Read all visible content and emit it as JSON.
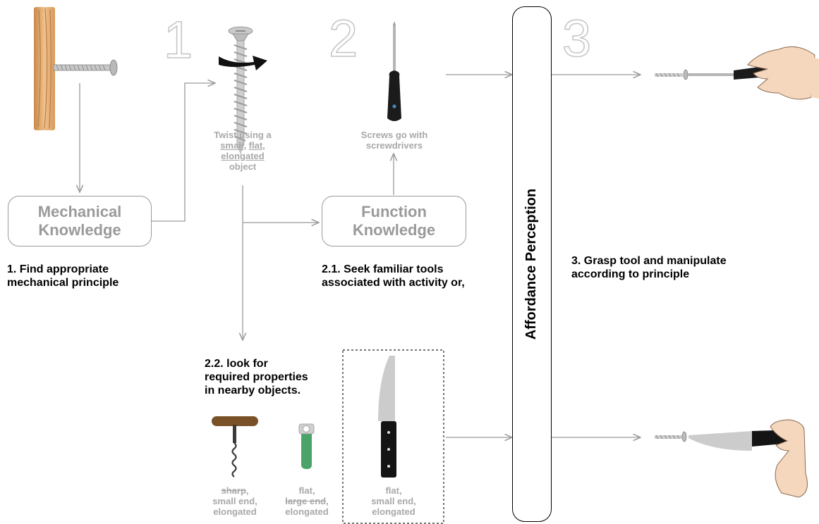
{
  "step_numbers": [
    "1",
    "2",
    "3"
  ],
  "boxes": {
    "mechanical": [
      "Mechanical",
      "Knowledge"
    ],
    "function": [
      "Function",
      "Knowledge"
    ],
    "affordance": "Affordance Perception"
  },
  "labels": {
    "find_principle": [
      "1. Find appropriate",
      "mechanical principle"
    ],
    "seek_tools": [
      "2.1. Seek familiar tools",
      "associated with activity or,"
    ],
    "look_for": [
      "2.2. look for",
      "required properties",
      "in nearby objects."
    ],
    "grasp": [
      "3. Grasp tool and manipulate",
      "according to principle"
    ]
  },
  "captions": {
    "twist": {
      "l1": "Twist using a",
      "small": "small",
      "comma1": ", ",
      "flat": "flat",
      "comma2": ",",
      "elongated": "elongated",
      "object": "object"
    },
    "screws": [
      "Screws go with",
      "screwdrivers"
    ],
    "corkscrew": {
      "sharp": "sharp",
      "rest1": ",",
      "l2": "small end,",
      "l3": "elongated"
    },
    "opener": {
      "l1": "flat,",
      "large": "large end",
      "rest2": ",",
      "l3": "elongated"
    },
    "knife": [
      "flat,",
      "small end,",
      "elongated"
    ]
  },
  "colors": {
    "line": "#9a9a9a",
    "text_muted": "#a8a8a8",
    "wood": "#e0a96a",
    "screwdriver_handle": "#1b1b1b",
    "corkscrew_handle": "#7a5126",
    "opener_handle": "#4aa46a",
    "knife_blade": "#cccccc",
    "skin": "#f4d7bd"
  },
  "icons": [
    "wood-plank-screw-icon",
    "screw-twist-icon",
    "rotate-arrow-icon",
    "screwdriver-icon",
    "corkscrew-icon",
    "bottle-opener-icon",
    "knife-icon",
    "hand-screwdriver-icon",
    "hand-knife-icon"
  ]
}
